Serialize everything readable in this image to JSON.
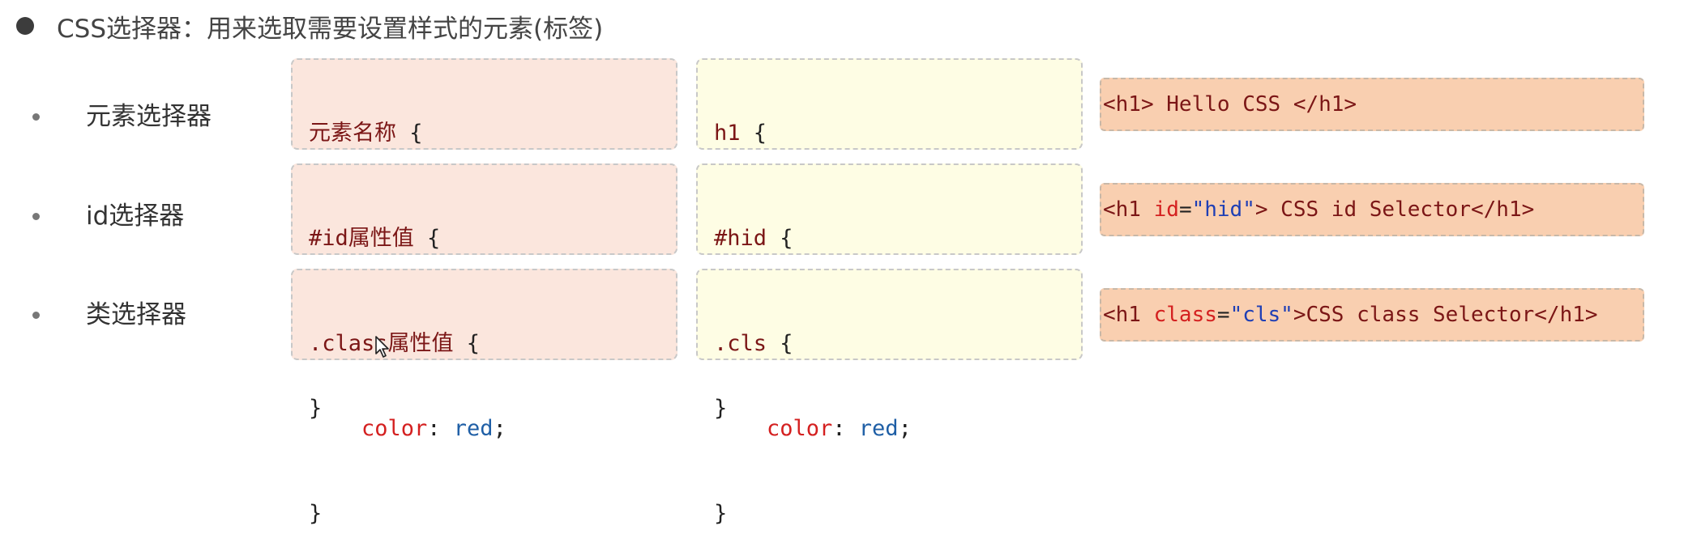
{
  "heading": "CSS选择器：用来选取需要设置样式的元素(标签)",
  "rows": [
    {
      "label": "元素选择器",
      "generic": {
        "selector": "元素名称",
        "open": " {",
        "property": "color",
        "colon": ": ",
        "value": "red",
        "semi": ";",
        "close": "}"
      },
      "example": {
        "selector": "h1",
        "open": " {",
        "property": "color",
        "colon": ": ",
        "value": "red",
        "semi": ";",
        "close": "}"
      },
      "html": {
        "open_tag": "<h1>",
        "attr_name": "",
        "eq": "",
        "attr_value": "",
        "open_tag_end": "",
        "text": " Hello CSS ",
        "close_tag": "</h1>"
      }
    },
    {
      "label": "id选择器",
      "generic": {
        "selector": "#id属性值",
        "open": " {",
        "property": "color",
        "colon": ": ",
        "value": "red",
        "semi": ";",
        "close": "}"
      },
      "example": {
        "selector": "#hid",
        "open": " {",
        "property": "color",
        "colon": ": ",
        "value": "red",
        "semi": ";",
        "close": "}"
      },
      "html": {
        "open_tag": "<h1 ",
        "attr_name": "id",
        "eq": "=",
        "attr_value": "\"hid\"",
        "open_tag_end": ">",
        "text": " CSS id Selector",
        "close_tag": "</h1>"
      }
    },
    {
      "label": "类选择器",
      "generic": {
        "selector": ".class属性值",
        "open": " {",
        "property": "color",
        "colon": ": ",
        "value": "red",
        "semi": ";",
        "close": "}"
      },
      "example": {
        "selector": ".cls",
        "open": " {",
        "property": "color",
        "colon": ": ",
        "value": "red",
        "semi": ";",
        "close": "}"
      },
      "html": {
        "open_tag": "<h1 ",
        "attr_name": "class",
        "eq": "=",
        "attr_value": "\"cls\"",
        "open_tag_end": ">",
        "text": "CSS class Selector",
        "close_tag": "</h1>"
      }
    }
  ],
  "icons": {
    "heading_bullet": "filled-circle",
    "row_bullet": "small-dot",
    "cursor": "mouse-pointer-icon"
  }
}
